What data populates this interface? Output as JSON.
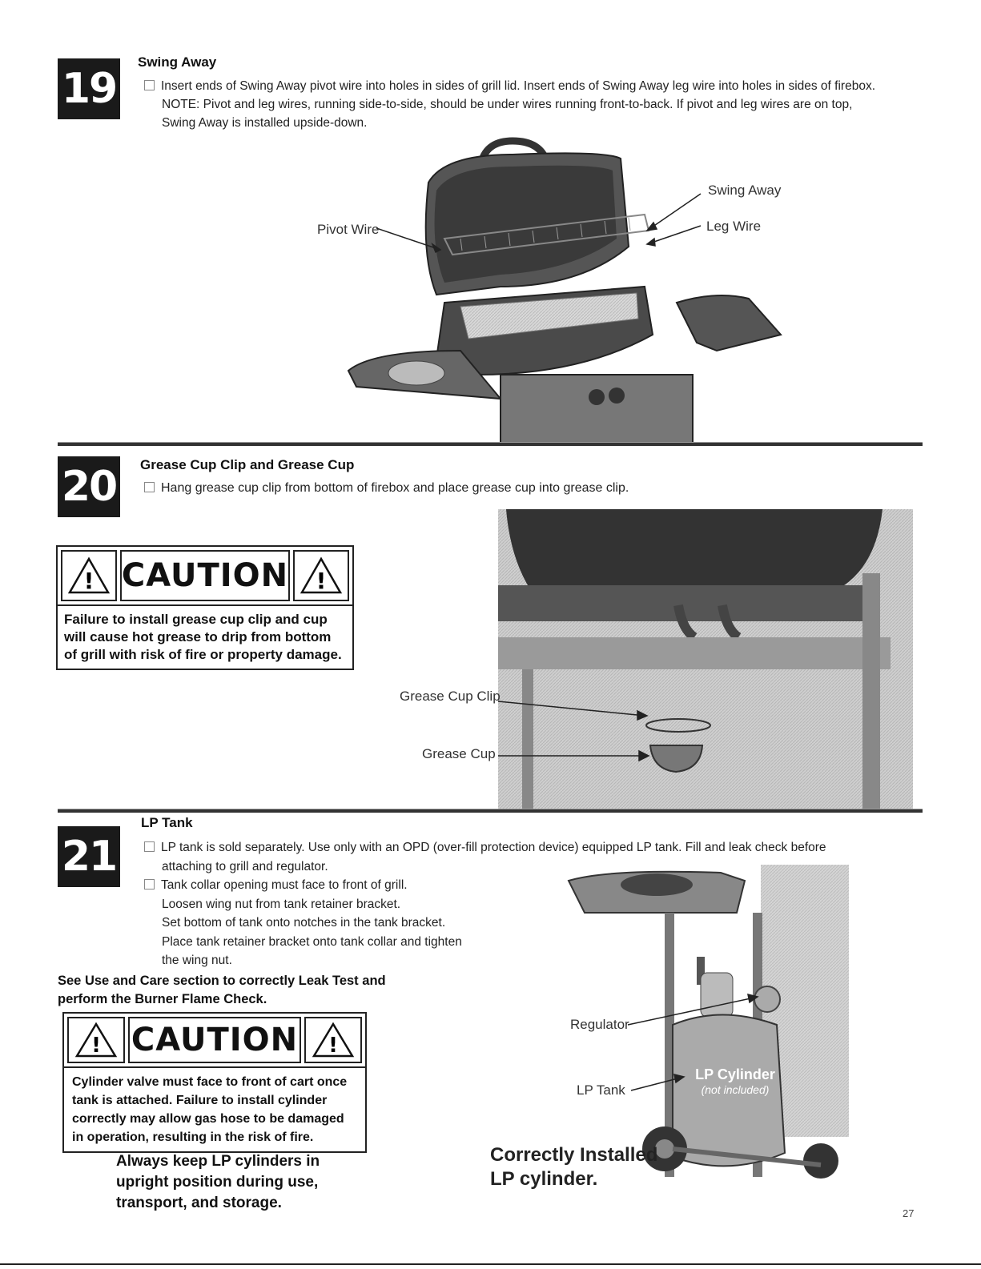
{
  "steps": [
    {
      "number": "19",
      "title": "Swing Away",
      "bullets": [
        "Insert ends of Swing Away pivot wire into holes in sides of grill lid. Insert ends of Swing Away leg wire into holes in sides of firebox."
      ],
      "note": "NOTE: Pivot and leg wires, running side-to-side, should be under wires running front-to-back. If pivot and leg wires are on top,",
      "note2": "Swing Away is installed upside-down.",
      "labels": {
        "pivot": "Pivot Wire",
        "swing": "Swing Away",
        "leg": "Leg Wire"
      }
    },
    {
      "number": "20",
      "title": "Grease Cup Clip and Grease Cup",
      "bullets": [
        "Hang grease cup clip from bottom of firebox and place grease cup into grease clip."
      ],
      "caution": {
        "word": "CAUTION",
        "lines": [
          "Failure to install grease cup clip and cup",
          "will cause hot grease to drip from bottom",
          "of grill with risk of fire or property damage."
        ]
      },
      "labels": {
        "clip": "Grease Cup Clip",
        "cup": "Grease Cup"
      }
    },
    {
      "number": "21",
      "title": "LP Tank",
      "bullet1_line1": "LP tank is sold separately. Use only with an OPD (over-fill protection device) equipped LP tank. Fill and leak check before",
      "bullet1_line2": "attaching to grill and regulator.",
      "bullet2": "Tank collar opening must face to front of grill.",
      "sub_lines": [
        "Loosen wing nut from tank retainer bracket.",
        "Set bottom of tank onto notches in the tank bracket.",
        "Place tank retainer bracket onto tank collar and tighten",
        "the wing nut."
      ],
      "see_line1": "See Use and Care section to correctly Leak Test and",
      "see_line2": "perform the Burner Flame Check.",
      "caution": {
        "word": "CAUTION",
        "lines": [
          "Cylinder valve must face to front of cart once",
          "tank is attached. Failure to install cylinder",
          "correctly may allow gas hose to be damaged",
          "in operation, resulting in the risk of fire."
        ]
      },
      "always_lines": [
        "Always keep LP cylinders in",
        "upright position during use,",
        "transport, and storage."
      ],
      "labels": {
        "regulator": "Regulator",
        "tank": "LP Tank",
        "cyl_title": "LP Cylinder",
        "cyl_note": "(not included)",
        "correct1": "Correctly Installed",
        "correct2": "LP cylinder."
      }
    }
  ],
  "page_number": "27"
}
